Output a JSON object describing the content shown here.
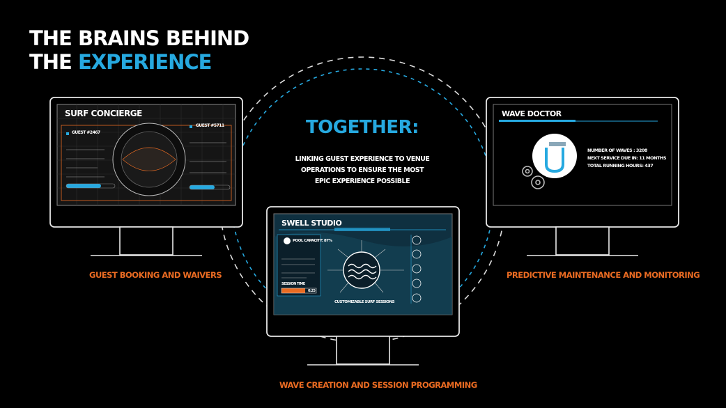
{
  "title": {
    "line1": "THE BRAINS BEHIND",
    "line2_prefix": "THE ",
    "line2_accent": "EXPERIENCE"
  },
  "center": {
    "heading": "TOGETHER:",
    "desc_line1": "LINKING GUEST EXPERIENCE TO VENUE",
    "desc_line2": "OPERATIONS TO ENSURE THE MOST",
    "desc_line3": "EPIC EXPERIENCE POSSIBLE"
  },
  "monitors": {
    "left": {
      "title": "SURF CONCIERGE",
      "guest_a": "GUEST #2467",
      "guest_b": "GUEST #5711",
      "caption": "GUEST BOOKING AND WAIVERS"
    },
    "right": {
      "title": "WAVE DOCTOR",
      "stats": [
        "NUMBER OF WAVES : 3208",
        "NEXT SERVICE DUE IN: 11 MONTHS",
        "TOTAL RUNNING HOURS: 437"
      ],
      "caption": "PREDICTIVE MAINTENANCE AND MONITORING"
    },
    "bottom": {
      "title": "SWELL STUDIO",
      "pool_capacity": "POOL CAPACITY: 87%",
      "session_time_label": "SESSION TIME",
      "session_time_value": "0:25",
      "subtitle": "CUSTOMIZABLE SURF SESSIONS",
      "caption": "WAVE CREATION AND SESSION PROGRAMMING"
    }
  },
  "colors": {
    "accent_blue": "#26a9e0",
    "accent_orange": "#ea6b22",
    "background": "#000000"
  }
}
